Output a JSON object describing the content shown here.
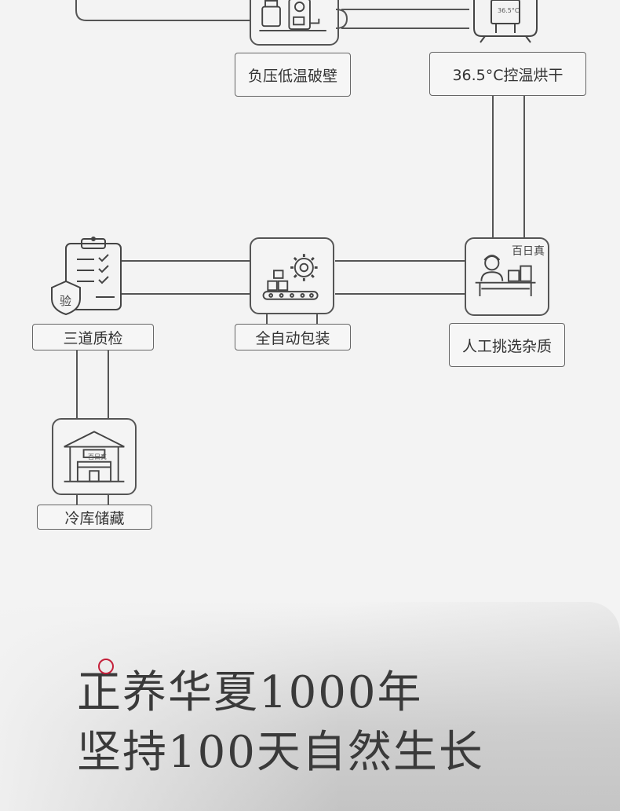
{
  "flow": {
    "steps": {
      "wall_breaking": "负压低温破壁",
      "drying": "36.5°C控温烘干",
      "sorting": "人工挑选杂质",
      "packing": "全自动包装",
      "inspection": "三道质检",
      "storage": "冷库储藏"
    },
    "icon_text": {
      "dryer_temp": "36.5°C",
      "sorting_brand": "百日真",
      "shield_char": "验",
      "warehouse_sign": "百日真"
    }
  },
  "banner": {
    "line1": "正养华夏1000年",
    "line2": "坚持100天自然生长",
    "mark_color": "#c4203a"
  },
  "colors": {
    "background": "#f3f3f3",
    "line": "#555555"
  }
}
